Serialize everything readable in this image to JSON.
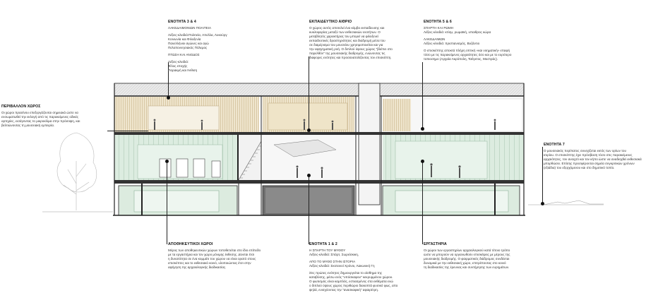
{
  "annotations": {
    "units34": {
      "title": "ΕΝΟΤΗΤΑ 3 & 4",
      "lines": [
        "ΛΑΚΕΔΑΙΜΟΝΙΩΝ ΠΟΛΙΤΕΙΑ",
        "",
        "Λέξεις-κλειδιά:Πολιτεία, Απελλα, Λυκούργ",
        "Κοινωνία και Φιλοξενία",
        "Πανελλήνιοι αγώνες και αγώ",
        "Πελοποννησιακός Πόλεμος",
        "",
        "ΠΤΩΣΗ ΚΑΙ ΑΝΟΔΟΣ",
        "",
        "Λέξεις-κλειδιά:",
        "Τέλος εποχής",
        "Παρακμή και Άνθιση"
      ]
    },
    "educational": {
      "title": "ΕΚΠΑΙΔΕΥΤΙΚΟ ΑΙΘΡΙΟ",
      "lines": [
        "Ο χώρος αυτός αποτελεί ένα κόμβο εκπαίδευσης και",
        "κυκλοφορίας μεταξύ των εκθεσιακών ενοτήτων. Ο",
        "μεταβλητός χαρακτήρας του μπορεί να φιλοξενεί",
        "εκπαιδευτικές δραστηριότητες και διαδρομή μέσα του",
        "σε διαμέρισμα του μουσείου χρησιμοποιείται και για",
        "την αφηγηματική ροή. Ο διπλού ύψους χώρος \"βλέπει στο",
        "παρελθόν\" της μουσειακής διαδρομής, ενώνοντας τις",
        "διαφορες ενότητες και προσανατολίζοντας τον επισκέπτη."
      ]
    },
    "units56": {
      "title": "ΕΝΟΤΗΤΑ 5 & 6",
      "lines": [
        "ΣΠΑΡΤΗ ΚΑΙ ΡΩΜΗ",
        "Λέξεις-κλειδιά: κτίσμ, ρωμαϊκή, υπαιθρος κώρα",
        "",
        "ΛΑΚΕΔΑΙΜΩΝ",
        "Λέξεις-κλειδιά: Χριστιανισμός, Βυζάντιο",
        "",
        "Ο επισκέπτης αποκτά πλήρη οπτική «και νοηματική» επαφή",
        "τόσο με τις παρακείμενες αρχαιότητες όσο και με το ευρύτερο",
        "τοπιοσημο (Αρχαία Ακρόπολη, Ταΰγετος, Μυστράς)."
      ]
    },
    "surrounding": {
      "title": "ΠΕΡΙΒΑΛΛΟΝ ΧΩΡΟΣ",
      "lines": [
        "Οι χώροι πρασίνου επεξεργάζονται σημειακά ώστε να",
        "ενσωματωθεί την εκλογή από τις παρακείμενες οδικές",
        "αρτηρίες, εισάγοντας το μικροκλίμα στην πρόσοψη, και",
        "βελτιώνοντας τη μουσειακή εμπειρία."
      ]
    },
    "unit7": {
      "title": "ΕΝΟΤΗΤΑ 7",
      "lines": [
        "Ο μουσειακός περίπατος συνεχίζεται εκτός των ορίων του",
        "κτιρίου. Ο επισκέπτης έχει πρόσβαση τόσο στις παρακείμενες",
        "αρχαιότητες, τον ανοιχτό και τον κήπο ώστε να αναδειχθεί εκθεσιακά",
        "μπορθώσει. Επίσης προσφέρονται σημεία συγκριτικών χρόνων",
        "(εξιάδια) του εξερχόμενου και στο δημοτικό τοπίο."
      ]
    },
    "storage": {
      "title": "ΑΠΟΘΗΚΕΥΤΙΚΟΙ ΧΩΡΟΙ",
      "lines": [
        "Μέρος των αποθηκευτικών χώρων τοποθετείται στο ίδιο επίπεδο",
        "με τα εργαστήρια και τον χώρο μόνιμης έκθεσης. Δίνεται έτσι",
        "η δυνατότητα σε ένα κομμάτι του χώρου να είναι ορατό στους",
        "επισκέπτες και το εκθεσιακό κοινό, υλοποιώντας έτσι στην",
        "αφήγηση της αρχαιολογικής διαδικασίας."
      ]
    },
    "units12": {
      "title": "ΕΝΟΤΗΤΑ 1 & 2",
      "lines": [
        "Η ΣΠΑΡΤΗ ΤΟΥ ΜΥΘΟΥ",
        "Λέξεις-κλειδιά: Σπάρτ, Σωρείσκικη,",
        "",
        "ΑΠΟ ΤΟ ΜΥΘΟ ΣΤΗΝ ΙΣΤΟΡΙΑ",
        "Λέξεις-κλειδιά: Σκοτεινοί Χρόνοι, Λακωνική Γη",
        "",
        "Στις πρώτες ενότητες δημιουργείται το αίσθημα της",
        "καταβύσης, μέσω ενός \"υπόσκαφου\" κεκρυμμένου χώρου.",
        "Ο φωτισμός είναι καμπλός, εστιασμένος στα εκθέματα ενώ",
        "ο διπλού ύψους χώρος περιθώριο διακοπτά φυσικό φως, απο",
        "ψηλά, ενισχύοντας την \"ανασκαφική\" αφαιρέτρη."
      ]
    },
    "labs": {
      "title": "ΕΡΓΑΣΤΗΡΙΑ",
      "lines": [
        "Οι χώροι των εργαστηρίων αρχαιολογικού κατά τέτοιο τρόπο",
        "ώστε να μπορούν να οργανωθούν επισκέψεις με μέρους της",
        "μουσειακής διαδρομής. Ο φαιρματικός διάδρομος συνδέεται",
        "δυναμικά με την εκθεσιακή χώρο, επιτρέποντας στο κοινό",
        "τη διαδικασίες της έρευνας και συντήρησης των ευρημάτων."
      ]
    }
  },
  "colors": {
    "glass": "#d6eadb",
    "wood": "#eadfc6",
    "ink": "#222222",
    "ground": "#7a7a7a"
  }
}
